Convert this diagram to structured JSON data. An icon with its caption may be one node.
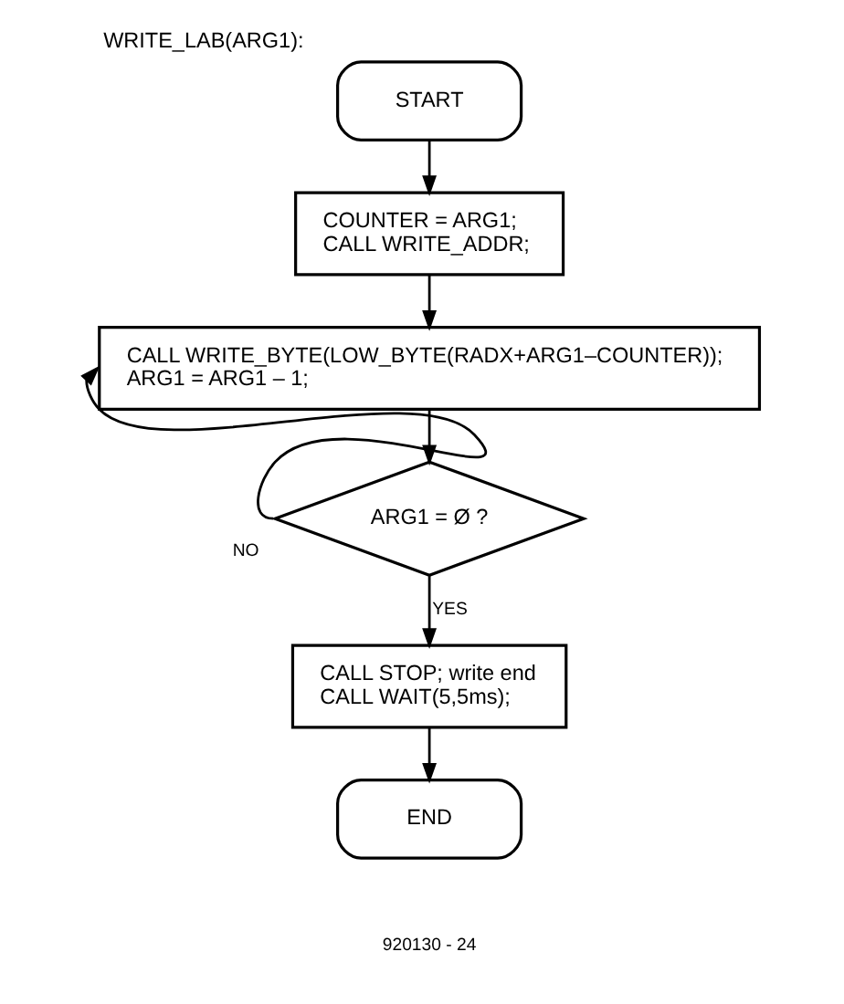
{
  "diagram": {
    "title": "WRITE_LAB(ARG1):",
    "nodes": [
      {
        "text": [
          "START"
        ]
      },
      {
        "text": [
          "COUNTER = ARG1;",
          "CALL WRITE_ADDR;"
        ]
      },
      {
        "text": [
          "CALL WRITE_BYTE(LOW_BYTE(RADX+ARG1–COUNTER));",
          "ARG1 = ARG1 – 1;"
        ]
      },
      {
        "text": [
          "ARG1 = Ø ?"
        ]
      },
      {
        "text": [
          "CALL STOP; write end",
          "CALL WAIT(5,5ms);"
        ]
      },
      {
        "text": [
          "END"
        ]
      }
    ],
    "edges": [
      {
        "from": 0,
        "to": 1,
        "arrow": "to"
      },
      {
        "from": 1,
        "to": 2,
        "arrow": "to"
      },
      {
        "from": 2,
        "to": 3,
        "arrow": "to"
      },
      {
        "from": 3,
        "to": 2,
        "arrow": "to",
        "label": "NO"
      },
      {
        "from": 3,
        "to": 4,
        "arrow": "to",
        "label": "YES"
      },
      {
        "from": 4,
        "to": 5,
        "arrow": "to"
      }
    ],
    "labels": [
      "920130 - 24"
    ]
  }
}
